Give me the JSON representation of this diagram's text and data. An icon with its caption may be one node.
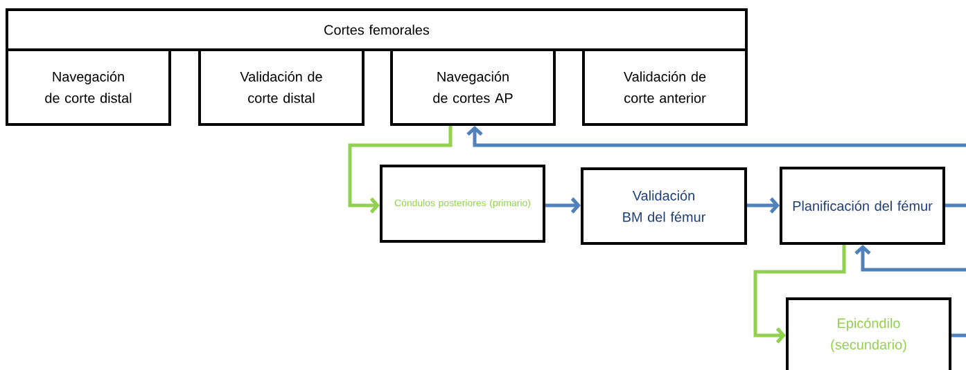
{
  "diagram": {
    "nodes": [
      {
        "text": [
          "Cortes femorales"
        ]
      },
      {
        "text": [
          "Navegación de corte distal"
        ]
      },
      {
        "text": [
          "Validación de corte distal"
        ]
      },
      {
        "text": [
          "Navegación de cortes AP"
        ]
      },
      {
        "text": [
          "Validación de corte anterior"
        ]
      },
      {
        "text": [
          "Cóndulos posteriores (primario)"
        ]
      },
      {
        "text": [
          "Validación BM del fémur"
        ]
      },
      {
        "text": [
          "Planificación del fémur"
        ]
      },
      {
        "text": [
          "Epicóndilo (secundario)"
        ]
      }
    ],
    "edges": [
      {
        "from": 3,
        "to": 5,
        "arrow": "to",
        "color": "#92d050"
      },
      {
        "from": 5,
        "to": 6,
        "arrow": "to"
      },
      {
        "from": 6,
        "to": 7,
        "arrow": "to"
      },
      {
        "from": null,
        "to": 3,
        "arrow": "to"
      },
      {
        "from": 7,
        "to": null,
        "arrow": "none"
      },
      {
        "from": 7,
        "to": 8,
        "arrow": "to",
        "color": "#92d050"
      },
      {
        "from": null,
        "to": 7,
        "arrow": "to"
      },
      {
        "from": 8,
        "to": null,
        "arrow": "none"
      }
    ]
  }
}
